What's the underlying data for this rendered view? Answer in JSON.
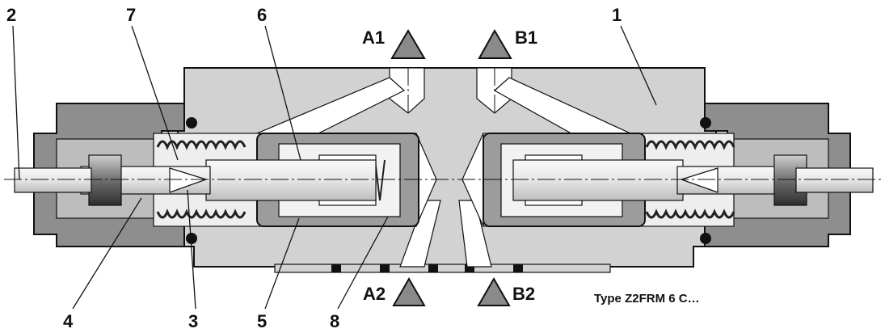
{
  "callouts": {
    "n1": "1",
    "n2": "2",
    "n3": "3",
    "n4": "4",
    "n5": "5",
    "n6": "6",
    "n7": "7",
    "n8": "8"
  },
  "ports": {
    "a1": "A1",
    "b1": "B1",
    "a2": "A2",
    "b2": "B2"
  },
  "caption": "Type Z2FRM 6 C…",
  "colors": {
    "body": "#d2d2d2",
    "housing": "#8e8e8e",
    "piston": "#f2f2f2",
    "port_arrow": "#8a8a8a",
    "spring": "#222222"
  }
}
